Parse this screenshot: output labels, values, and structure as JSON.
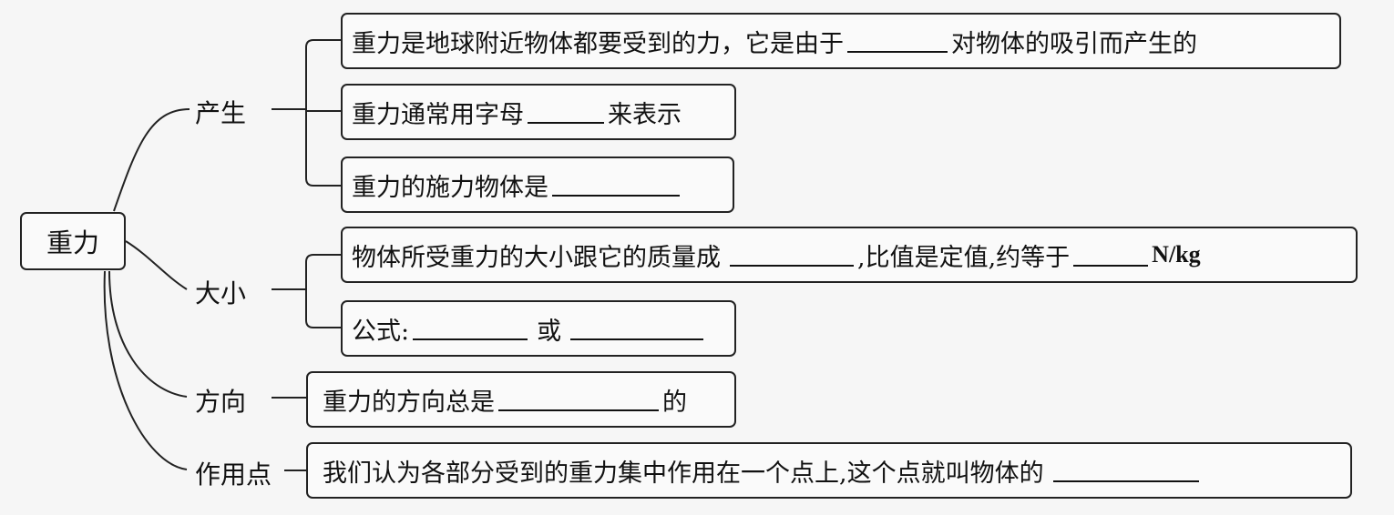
{
  "root": {
    "label": "重力"
  },
  "branches": [
    {
      "label": "产生",
      "items": [
        {
          "parts": [
            "重力是地球附近物体都要受到的力，它是由于",
            "对物体的吸引而产生的"
          ]
        },
        {
          "parts": [
            "重力通常用字母",
            "来表示"
          ]
        },
        {
          "parts": [
            "重力的施力物体是"
          ]
        }
      ]
    },
    {
      "label": "大小",
      "items": [
        {
          "parts": [
            "物体所受重力的大小跟它的质量成",
            ",比值是定值,约等于",
            "N/kg"
          ]
        },
        {
          "parts": [
            "公式:",
            "或"
          ]
        }
      ]
    },
    {
      "label": "方向",
      "items": [
        {
          "parts": [
            "重力的方向总是",
            "的"
          ]
        }
      ]
    },
    {
      "label": "作用点",
      "items": [
        {
          "parts": [
            "我们认为各部分受到的重力集中作用在一个点上,这个点就叫物体的"
          ]
        }
      ]
    }
  ]
}
